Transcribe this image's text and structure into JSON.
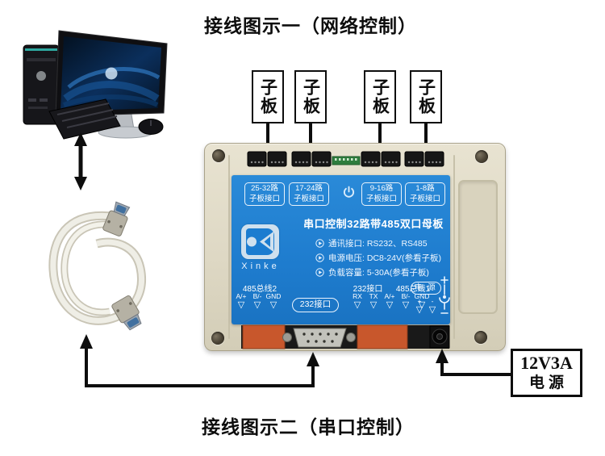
{
  "colors": {
    "panel_blue": "#1E7CCE",
    "enclosure_beige": "#DED8C4",
    "terminal_orange": "#C8572C",
    "pcb_green": "#2E7D3E",
    "line_black": "#0D0D0D"
  },
  "titles": {
    "top": "接线图示一（网络控制）",
    "bottom": "接线图示二（串口控制）"
  },
  "daughter_boards": [
    "子板",
    "子板",
    "子板",
    "子板"
  ],
  "power_supply_box": {
    "line1": "12V3A",
    "line2": "电源"
  },
  "board": {
    "port_labels": [
      {
        "line1": "25-32路",
        "line2": "子板接口"
      },
      {
        "line1": "17-24路",
        "line2": "子板接口"
      },
      {
        "line1": "9-16路",
        "line2": "子板接口"
      },
      {
        "line1": "1-8路",
        "line2": "子板接口"
      }
    ],
    "logo_text": "Xinke",
    "title": "串口控制32路带485双口母板",
    "specs": [
      "通讯接口: RS232、RS485",
      "电源电压: DC8-24V(参看子板)",
      "负载容量: 5-30A(参看子板)"
    ],
    "bus2": {
      "title": "485总线2",
      "pins": [
        "A/+",
        "B/-",
        "GND"
      ]
    },
    "rs232_badge": "232接口",
    "serial": {
      "title_232": "232接口",
      "title_485": "485总线1",
      "pins": [
        "RX",
        "TX",
        "A/+",
        "B/-",
        "GND"
      ]
    },
    "power": {
      "badge": "电 源",
      "pins": [
        "+",
        "-"
      ]
    },
    "pin_marker": "▽"
  }
}
